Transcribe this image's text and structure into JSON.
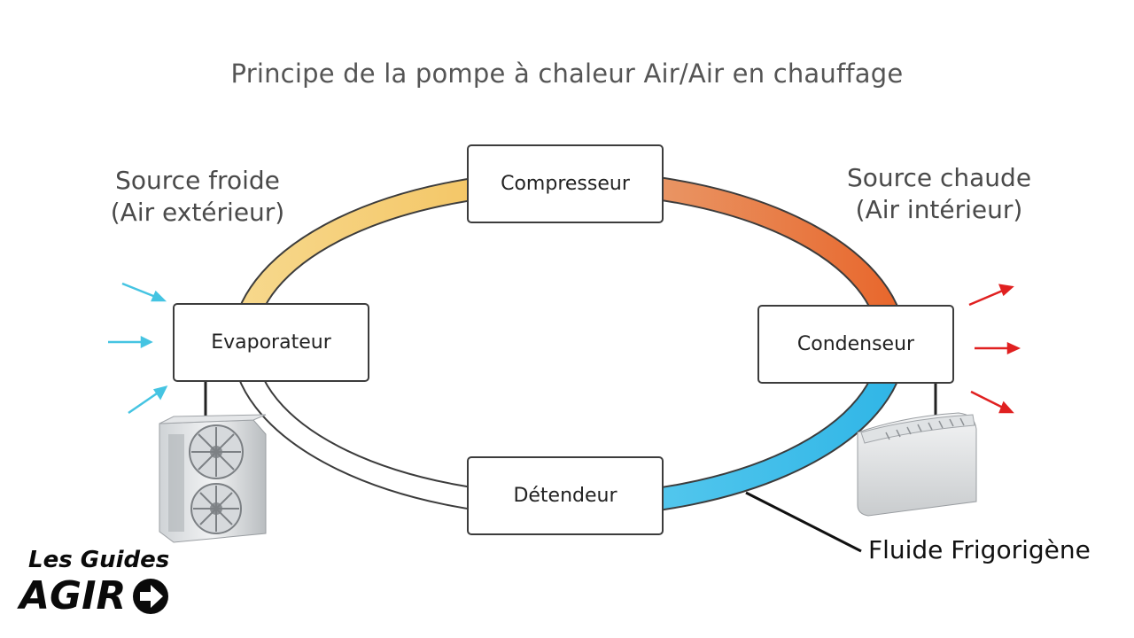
{
  "title": "Principe de la pompe à chaleur Air/Air en chauffage",
  "source_froide": {
    "line1": "Source froide",
    "line2": "(Air extérieur)"
  },
  "source_chaude": {
    "line1": "Source chaude",
    "line2": "(Air intérieur)"
  },
  "components": {
    "compresseur": "Compresseur",
    "evaporateur": "Evaporateur",
    "condenseur": "Condenseur",
    "detendeur": "Détendeur"
  },
  "fluid_label": "Fluide Frigorigène",
  "logo": {
    "line1": "Les Guides",
    "line2": "AGIR"
  },
  "colors": {
    "warm_yellow": "#f4c768",
    "warm_orange": "#e8743a",
    "cold_blue": "#3bbbe8",
    "intake_arrow": "#45c4e2",
    "outlet_arrow": "#e02020",
    "box_border": "#3c3c3c"
  }
}
